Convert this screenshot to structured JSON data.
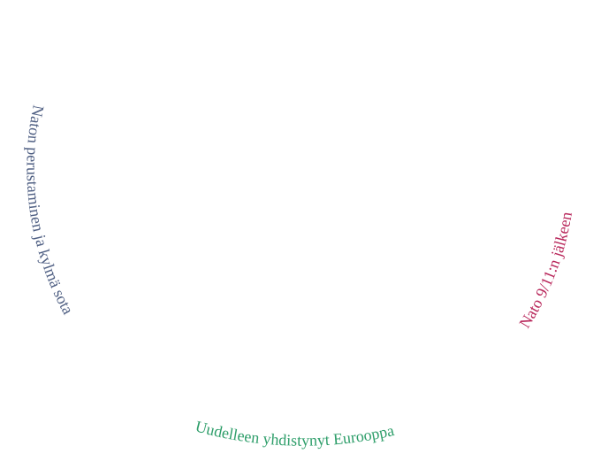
{
  "labels": {
    "left": {
      "text": "Naton perustaminen ja kylmä sota",
      "color": "#4f5f83"
    },
    "bottom": {
      "text": "Uudelleen yhdistynyt Eurooppa",
      "color": "#2e9e6a"
    },
    "right": {
      "text": "Nato 9/11:n jälkeen",
      "color": "#b8265a"
    }
  }
}
